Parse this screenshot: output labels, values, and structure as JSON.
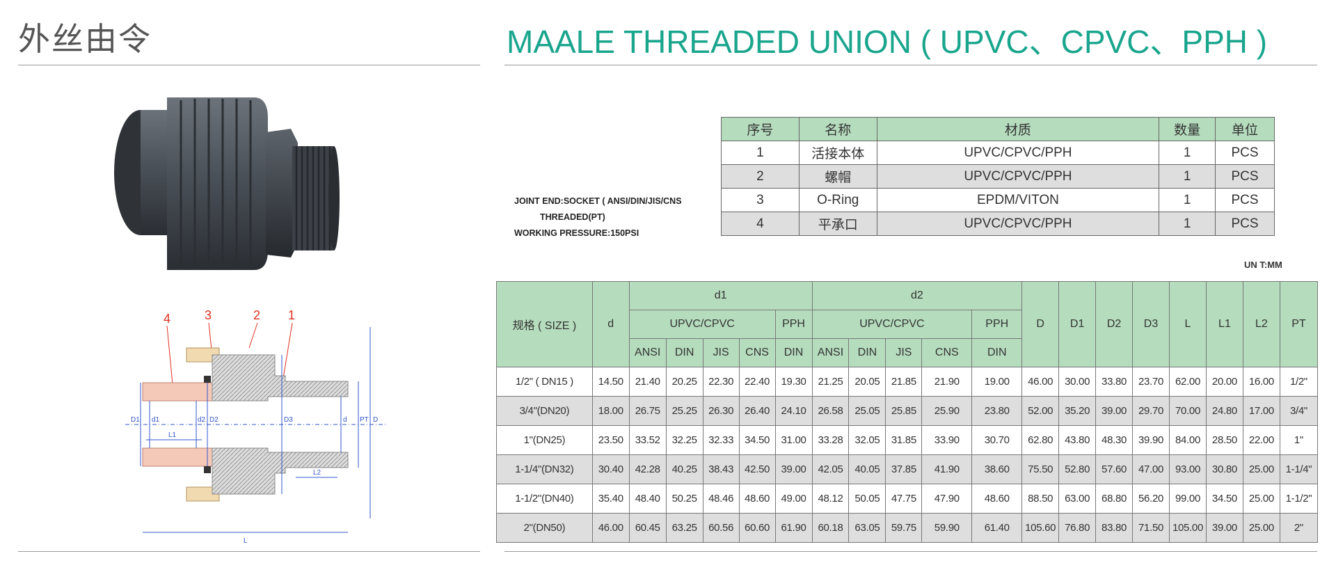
{
  "header": {
    "title_cn": "外丝由令",
    "title_en": "MAALE THREADED UNION ( UPVC、CPVC、PPH )"
  },
  "specs": {
    "line1": "JOINT END:SOCKET ( ANSI/DIN/JIS/CNS",
    "line2": "THREADED(PT)",
    "line3": "WORKING PRESSURE:150PSI"
  },
  "diagram": {
    "callouts": [
      "4",
      "3",
      "2",
      "1"
    ],
    "labels": {
      "D1": "D1",
      "d1": "d1",
      "d2": "d2",
      "D2": "D2",
      "D3": "D3",
      "d": "d",
      "PT": "PT",
      "D": "D",
      "L1": "L1",
      "L2": "L2",
      "L": "L"
    }
  },
  "parts_table": {
    "headers": [
      "序号",
      "名称",
      "材质",
      "数量",
      "单位"
    ],
    "rows": [
      [
        "1",
        "活接本体",
        "UPVC/CPVC/PPH",
        "1",
        "PCS"
      ],
      [
        "2",
        "螺帽",
        "UPVC/CPVC/PPH",
        "1",
        "PCS"
      ],
      [
        "3",
        "O-Ring",
        "EPDM/VITON",
        "1",
        "PCS"
      ],
      [
        "4",
        "平承口",
        "UPVC/CPVC/PPH",
        "1",
        "PCS"
      ]
    ]
  },
  "unit_label": "UN T:MM",
  "dim_table": {
    "head": {
      "size": "规格 ( SIZE )",
      "d": "d",
      "d1": "d1",
      "d2": "d2",
      "upvc_cpvc": "UPVC/CPVC",
      "pph": "PPH",
      "ansi": "ANSI",
      "din": "DIN",
      "jis": "JIS",
      "cns": "CNS",
      "D": "D",
      "D1": "D1",
      "D2": "D2",
      "D3": "D3",
      "L": "L",
      "L1": "L1",
      "L2": "L2",
      "PT": "PT"
    },
    "rows": [
      [
        "1/2\" ( DN15 )",
        "14.50",
        "21.40",
        "20.25",
        "22.30",
        "22.40",
        "19.30",
        "21.25",
        "20.05",
        "21.85",
        "21.90",
        "19.00",
        "46.00",
        "30.00",
        "33.80",
        "23.70",
        "62.00",
        "20.00",
        "16.00",
        "1/2\""
      ],
      [
        "3/4\"(DN20)",
        "18.00",
        "26.75",
        "25.25",
        "26.30",
        "26.40",
        "24.10",
        "26.58",
        "25.05",
        "25.85",
        "25.90",
        "23.80",
        "52.00",
        "35.20",
        "39.00",
        "29.70",
        "70.00",
        "24.80",
        "17.00",
        "3/4\""
      ],
      [
        "1\"(DN25)",
        "23.50",
        "33.52",
        "32.25",
        "32.33",
        "34.50",
        "31.00",
        "33.28",
        "32.05",
        "31.85",
        "33.90",
        "30.70",
        "62.80",
        "43.80",
        "48.30",
        "39.90",
        "84.00",
        "28.50",
        "22.00",
        "1\""
      ],
      [
        "1-1/4\"(DN32)",
        "30.40",
        "42.28",
        "40.25",
        "38.43",
        "42.50",
        "39.00",
        "42.05",
        "40.05",
        "37.85",
        "41.90",
        "38.60",
        "75.50",
        "52.80",
        "57.60",
        "47.00",
        "93.00",
        "30.80",
        "25.00",
        "1-1/4\""
      ],
      [
        "1-1/2\"(DN40)",
        "35.40",
        "48.40",
        "50.25",
        "48.46",
        "48.60",
        "49.00",
        "48.12",
        "50.05",
        "47.75",
        "47.90",
        "48.60",
        "88.50",
        "63.00",
        "68.80",
        "56.20",
        "99.00",
        "34.50",
        "25.00",
        "1-1/2\""
      ],
      [
        "2\"(DN50)",
        "46.00",
        "60.45",
        "63.25",
        "60.56",
        "60.60",
        "61.90",
        "60.18",
        "63.05",
        "59.75",
        "59.90",
        "61.40",
        "105.60",
        "76.80",
        "83.80",
        "71.50",
        "105.00",
        "39.00",
        "25.00",
        "2\""
      ]
    ]
  },
  "colors": {
    "title_green": "#1aa58d",
    "header_green": "#b5dcbd",
    "row_gray": "#dedede",
    "callout_red": "#e0301e",
    "dimension_blue": "#3355cc"
  }
}
